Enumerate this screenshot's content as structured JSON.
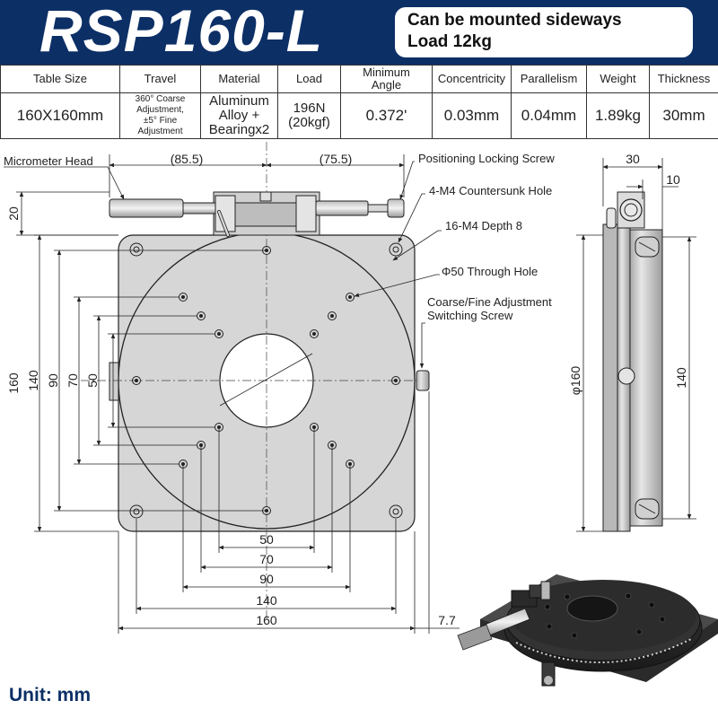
{
  "title": "RSP160-L",
  "note": {
    "line1": "Can be mounted sideways",
    "line2": "Load 12kg"
  },
  "specs": {
    "headers": [
      "Table Size",
      "Travel",
      "Material",
      "Load",
      "Minimum\nAngle",
      "Concentricity",
      "Parallelism",
      "Weight",
      "Thickness"
    ],
    "values": [
      "160X160mm",
      "360° Coarse\nAdjustment,\n±5° Fine Adjustment",
      "Aluminum\nAlloy +\nBearingx2",
      "196N\n(20kgf)",
      "0.372'",
      "0.03mm",
      "0.04mm",
      "1.89kg",
      "30mm"
    ]
  },
  "labels": {
    "micrometer_head": "Micrometer Head",
    "positioning_locking_screw": "Positioning Locking Screw",
    "countersunk_hole": "4-M4 Countersunk Hole",
    "m4_depth": "16-M4 Depth 8",
    "through_hole": "Φ50 Through Hole",
    "switching_screw_line1": "Coarse/Fine Adjustment",
    "switching_screw_line2": "Switching Screw"
  },
  "dimensions": {
    "left_offset": "(85.5)",
    "right_offset": "(75.5)",
    "knob_height": "20",
    "h160": "160",
    "h140": "140",
    "h90": "90",
    "h70": "70",
    "h50": "50",
    "w50": "50",
    "w70": "70",
    "w90": "90",
    "w140": "140",
    "w160": "160",
    "w7_7": "7.7",
    "side_width": "30",
    "side_inner": "10",
    "side_dia": "φ160",
    "side_140": "140"
  },
  "unit": "Unit: mm",
  "colors": {
    "header_bg": "#0c2f66",
    "plate": "#d6d6d6",
    "outline": "#222222"
  }
}
